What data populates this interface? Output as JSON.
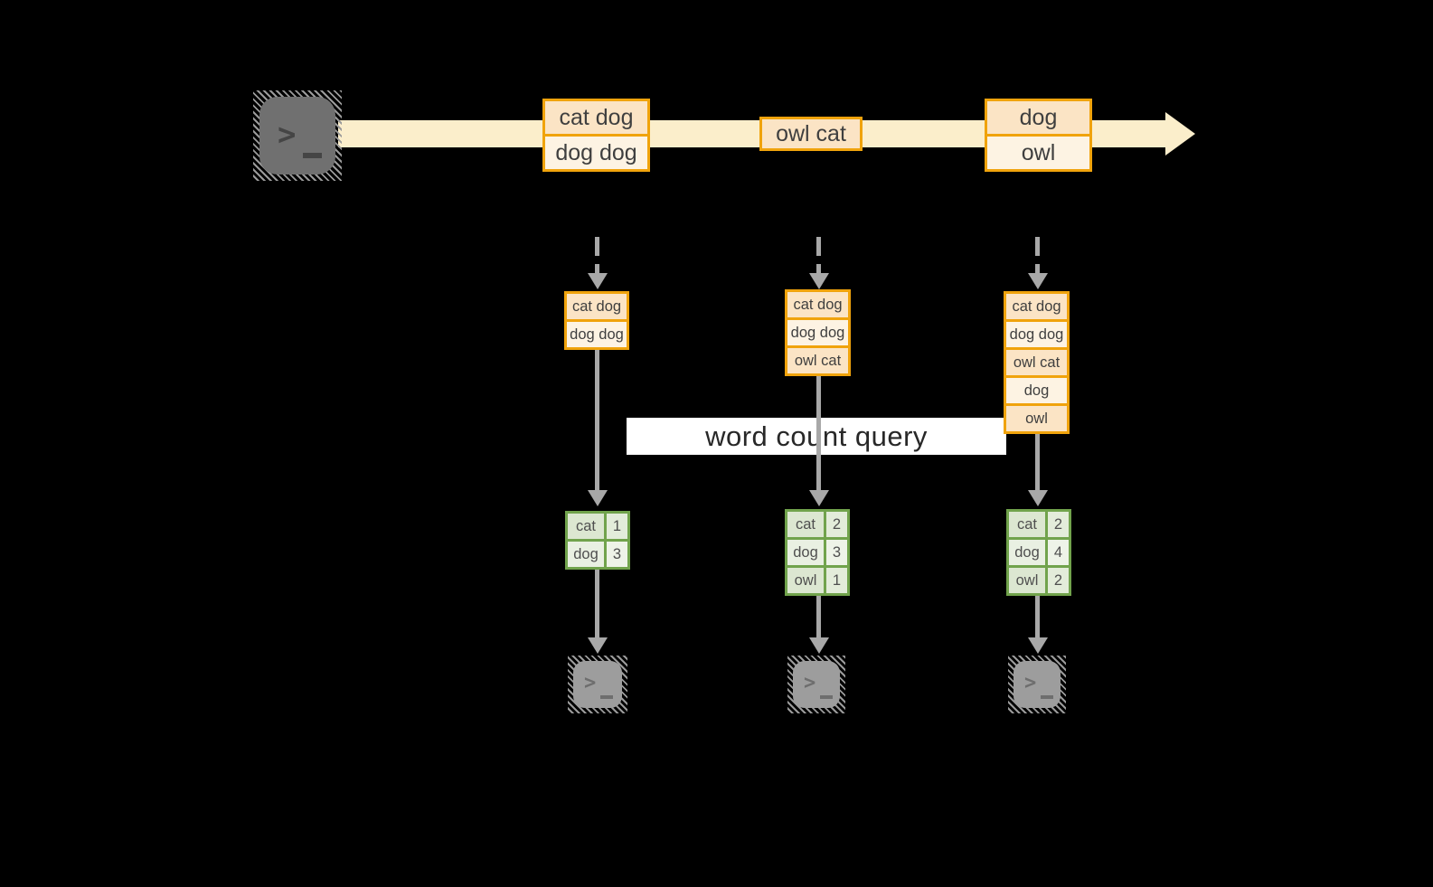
{
  "query_label": "word count query",
  "terminal": {
    "prompt": ">"
  },
  "stream_events": [
    {
      "rows": [
        "cat dog",
        "dog dog"
      ]
    },
    {
      "rows": [
        "owl cat"
      ]
    },
    {
      "rows": [
        "dog",
        "owl"
      ]
    }
  ],
  "state_boxes": [
    {
      "rows": [
        "cat dog",
        "dog dog"
      ]
    },
    {
      "rows": [
        "cat dog",
        "dog dog",
        "owl cat"
      ]
    },
    {
      "rows": [
        "cat dog",
        "dog dog",
        "owl cat",
        "dog",
        "owl"
      ]
    }
  ],
  "result_tables": [
    {
      "rows": [
        {
          "word": "cat",
          "count": "1"
        },
        {
          "word": "dog",
          "count": "3"
        }
      ]
    },
    {
      "rows": [
        {
          "word": "cat",
          "count": "2"
        },
        {
          "word": "dog",
          "count": "3"
        },
        {
          "word": "owl",
          "count": "1"
        }
      ]
    },
    {
      "rows": [
        {
          "word": "cat",
          "count": "2"
        },
        {
          "word": "dog",
          "count": "4"
        },
        {
          "word": "owl",
          "count": "2"
        }
      ]
    }
  ],
  "colors": {
    "stream_cream": "#FBEECB",
    "orange_border": "#F0A30C",
    "peach_dark": "#FBE4C5",
    "peach_light": "#FDF3E3",
    "green_border": "#71A34C",
    "green_dark": "#DCE7D1",
    "green_light": "#E9F0E2",
    "arrow_gray": "#A8A8A8",
    "terminal_dark": "#707070",
    "terminal_light": "#9D9D9D",
    "hatch": "#9A9A9A",
    "query_bg": "#FFFFFF"
  }
}
